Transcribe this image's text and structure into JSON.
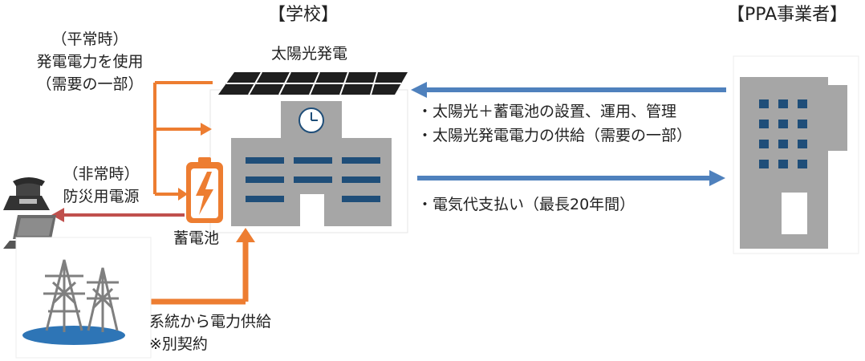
{
  "labels": {
    "school_title": "【学校】",
    "ppa_title": "【PPA事業者】",
    "solar_label": "太陽光発電",
    "normal_line1": "（平常時）",
    "normal_line2": "発電電力を使用",
    "normal_line3": "（需要の一部）",
    "emergency_line1": "（非常時）",
    "emergency_line2": "防災用電源",
    "battery_label": "蓄電池",
    "ppa_service_line1": "・太陽光＋蓄電池の設置、運用、管理",
    "ppa_service_line2": "・太陽光発電電力の供給（需要の一部）",
    "payment_label": "・電気代支払い（最長20年間）",
    "grid_line1": "系統から電力供給",
    "grid_line2": "※別契約"
  },
  "colors": {
    "orange": "#ed7d31",
    "blue": "#4f81bd",
    "red_brown": "#c0504d",
    "building_gray": "#a6a6a6",
    "window_navy": "#1f4e79",
    "panel_dark": "#1f1f1f"
  },
  "icons": [
    "solar-panel-icon",
    "school-building-icon",
    "clock-icon",
    "battery-icon",
    "office-building-icon",
    "phone-icon",
    "laptop-icon",
    "power-tower-icon"
  ]
}
